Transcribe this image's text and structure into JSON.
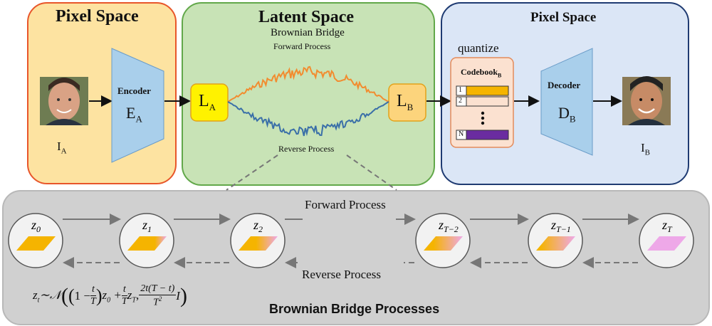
{
  "pixel_a": {
    "title": "Pixel Space",
    "encoder": "Encoder",
    "enc_sym": "E",
    "enc_sub": "A",
    "img_sym": "I",
    "img_sub": "A"
  },
  "latent": {
    "title": "Latent Space",
    "subtitle": "Brownian Bridge",
    "forward": "Forward Process",
    "reverse": "Reverse Process",
    "la_sym": "L",
    "la_sub": "A",
    "lb_sym": "L",
    "lb_sub": "B"
  },
  "pixel_b": {
    "title": "Pixel Space",
    "quantize": "quantize",
    "codebook": "Codebook",
    "codebook_sub": "B",
    "rows": [
      "1",
      "2",
      "N"
    ],
    "decoder": "Decoder",
    "dec_sym": "D",
    "dec_sub": "B",
    "img_sym": "I",
    "img_sub": "B"
  },
  "bottom": {
    "forward": "Forward Process",
    "reverse": "Reverse Process",
    "title": "Brownian Bridge Processes",
    "nodes": [
      {
        "sym": "z",
        "sub": "0",
        "mix": 0
      },
      {
        "sym": "z",
        "sub": "1",
        "mix": 0.3
      },
      {
        "sym": "z",
        "sub": "2",
        "mix": 0.55
      },
      {
        "sym": "z",
        "sub": "T−2",
        "mix": 0.75
      },
      {
        "sym": "z",
        "sub": "T−1",
        "mix": 0.9
      },
      {
        "sym": "z",
        "sub": "T",
        "mix": 1
      }
    ]
  },
  "colors": {
    "orange": "#f28c2f",
    "blue": "#3a6fa8",
    "yellow": "#f5b400",
    "pink": "#eea8e8",
    "purple": "#6a2ca0"
  }
}
